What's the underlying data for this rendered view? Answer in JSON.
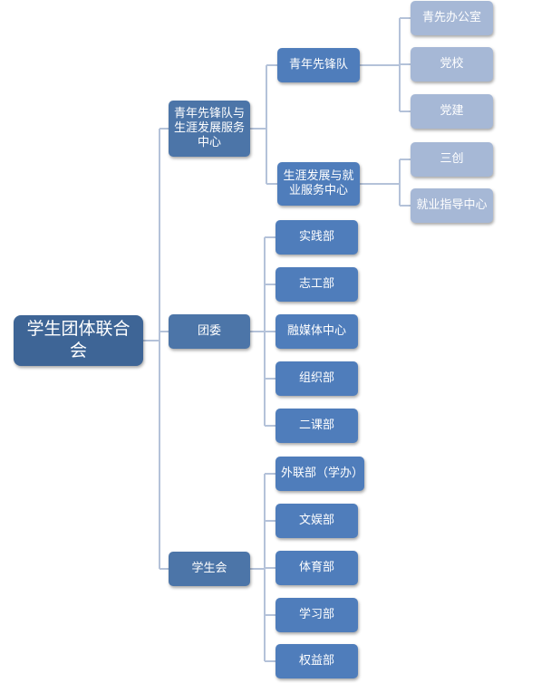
{
  "root": {
    "label": "学生团体联合会"
  },
  "branches": [
    {
      "label": "青年先锋队与生涯发展服务中心",
      "children": [
        {
          "label": "青年先锋队",
          "children": [
            "青先办公室",
            "党校",
            "党建"
          ]
        },
        {
          "label": "生涯发展与就业服务中心",
          "children": [
            "三创",
            "就业指导中心"
          ]
        }
      ]
    },
    {
      "label": "团委",
      "children": [
        {
          "label": "实践部"
        },
        {
          "label": "志工部"
        },
        {
          "label": "融媒体中心"
        },
        {
          "label": "组织部"
        },
        {
          "label": "二课部"
        }
      ]
    },
    {
      "label": "学生会",
      "children": [
        {
          "label": "外联部（学办）"
        },
        {
          "label": "文娱部"
        },
        {
          "label": "体育部"
        },
        {
          "label": "学习部"
        },
        {
          "label": "权益部"
        }
      ]
    }
  ]
}
